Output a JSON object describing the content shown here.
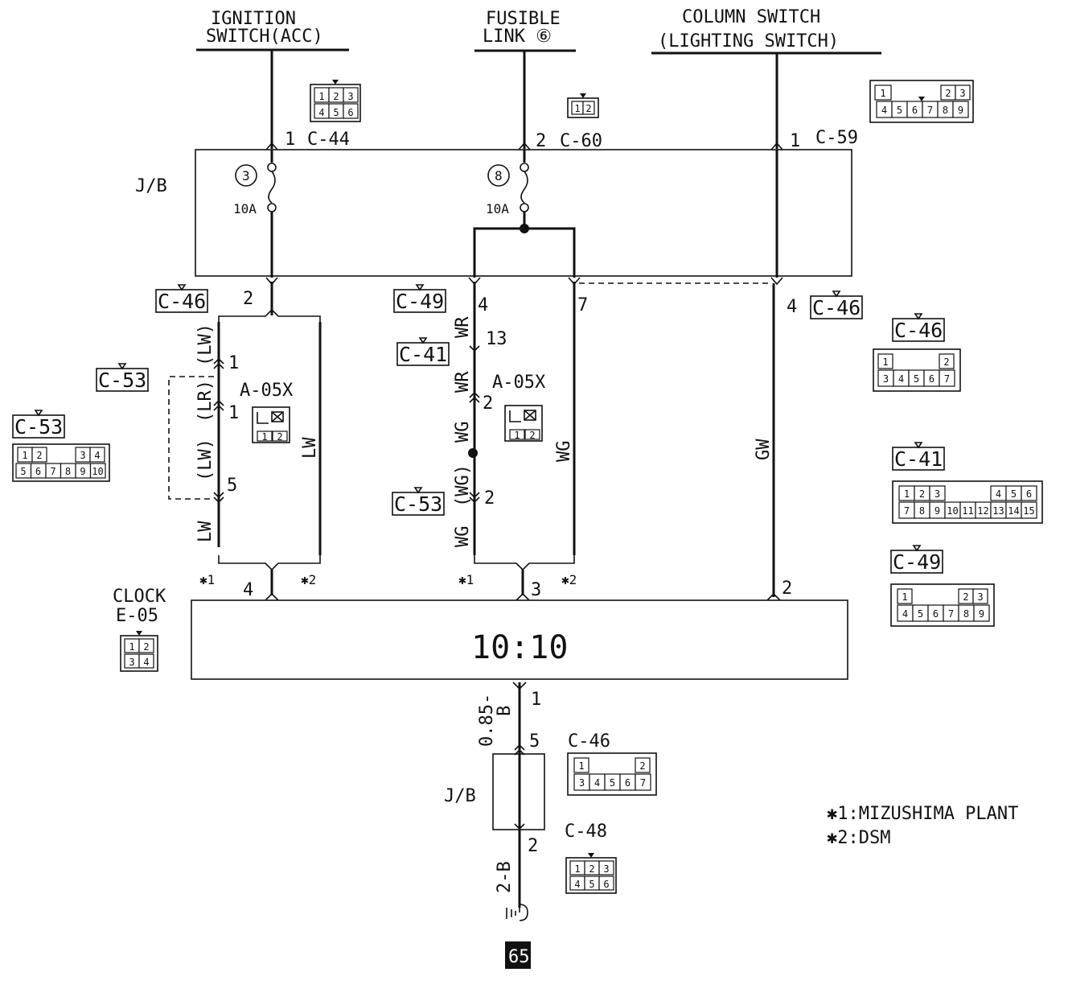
{
  "sources": {
    "ignition": {
      "line1": "IGNITION",
      "line2": "SWITCH(ACC)"
    },
    "fusible": {
      "line1": "FUSIBLE",
      "line2": "LINK ⑥"
    },
    "column": {
      "line1": "COLUMN SWITCH",
      "line2": "(LIGHTING  SWITCH)"
    }
  },
  "junction_block": {
    "label": "J/B",
    "fuse_left": {
      "number": "3",
      "rating": "10A"
    },
    "fuse_right": {
      "number": "8",
      "rating": "10A"
    }
  },
  "top_pins": {
    "ign_pin": "1",
    "ign_conn": "C-44",
    "fus_pin": "2",
    "fus_conn": "C-60",
    "col_pin": "1",
    "col_conn": "C-59"
  },
  "jb_out": {
    "left_pin": "2",
    "left_conn": "C-46",
    "mid_pin": "4",
    "mid_conn": "C-49",
    "mid2_pin": "7",
    "right_pin": "4",
    "right_conn": "C-46"
  },
  "left_branch": {
    "wire_lw1": "(LW)",
    "pin_1a": "1",
    "wire_lr": "(LR)",
    "pin_1b": "1",
    "wire_lw2": "(LW)",
    "pin_5": "5",
    "wire_lw3": "LW",
    "wire_lw_right": "LW",
    "conn_c53a": "C-53",
    "conn_c53b": "C-53",
    "splice": "A-05X",
    "star1": "✱1",
    "star2": "✱2",
    "clock_pin": "4"
  },
  "mid_branch": {
    "wire_wr1": "WR",
    "pin_13": "13",
    "conn_c41": "C-41",
    "wire_wr2": "WR",
    "splice": "A-05X",
    "pin_2a": "2",
    "wire_wg1": "WG",
    "wire_wg2": "(WG)",
    "pin_2b": "2",
    "conn_c53": "C-53",
    "wire_wg3": "WG",
    "wire_wg_right": "WG",
    "star1": "✱1",
    "star2": "✱2",
    "clock_pin": "3"
  },
  "right_branch": {
    "wire": "GW",
    "clock_pin": "2"
  },
  "clock": {
    "title": "CLOCK",
    "code": "E-05",
    "display": "10:10"
  },
  "ground_branch": {
    "pin_1": "1",
    "wire_top_a": "0.85-",
    "wire_top_b": "B",
    "pin_5": "5",
    "conn_c46": "C-46",
    "jb_label": "J/B",
    "pin_2": "2",
    "conn_c48": "C-48",
    "wire_bottom": "2-B",
    "ground_id": "65"
  },
  "notes": {
    "note1": "✱1:MIZUSHIMA PLANT",
    "note2": "✱2:DSM"
  },
  "connector_icons": {
    "c44": [
      [
        "1",
        "2",
        "3"
      ],
      [
        "4",
        "5",
        "6"
      ]
    ],
    "c60": [
      [
        "1",
        "2"
      ]
    ],
    "c59_top": [
      "1",
      "2",
      "3"
    ],
    "c59_bottom": [
      "4",
      "5",
      "6",
      "7",
      "8",
      "9"
    ],
    "c46_top": [
      "1",
      "2"
    ],
    "c46_bottom": [
      "3",
      "4",
      "5",
      "6",
      "7"
    ],
    "c53_top": [
      "1",
      "2",
      "3",
      "4"
    ],
    "c53_bottom": [
      "5",
      "6",
      "7",
      "8",
      "9",
      "10"
    ],
    "c41_top": [
      "1",
      "2",
      "3",
      "4",
      "5",
      "6"
    ],
    "c41_bottom": [
      "7",
      "8",
      "9",
      "10",
      "11",
      "12",
      "13",
      "14",
      "15"
    ],
    "c49_top": [
      "1",
      "2",
      "3"
    ],
    "c49_bottom": [
      "4",
      "5",
      "6",
      "7",
      "8",
      "9"
    ],
    "a05x": [
      "1",
      "2"
    ],
    "e05": [
      [
        "1",
        "2"
      ],
      [
        "3",
        "4"
      ]
    ],
    "c48": [
      [
        "1",
        "2",
        "3"
      ],
      [
        "4",
        "5",
        "6"
      ]
    ],
    "c46_side": "C-46",
    "c41_side": "C-41",
    "c49_side": "C-49"
  }
}
